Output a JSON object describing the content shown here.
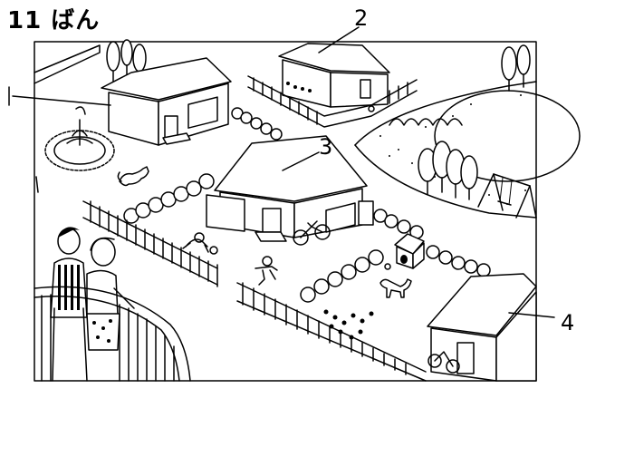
{
  "title": "11 ばん",
  "callouts": [
    {
      "label": "1"
    },
    {
      "label": "2"
    },
    {
      "label": "3"
    },
    {
      "label": "4"
    }
  ],
  "icons": [
    "house",
    "fountain",
    "cat",
    "picket-fence",
    "bicycle",
    "dog",
    "doghouse",
    "swing-set",
    "tree",
    "person"
  ]
}
